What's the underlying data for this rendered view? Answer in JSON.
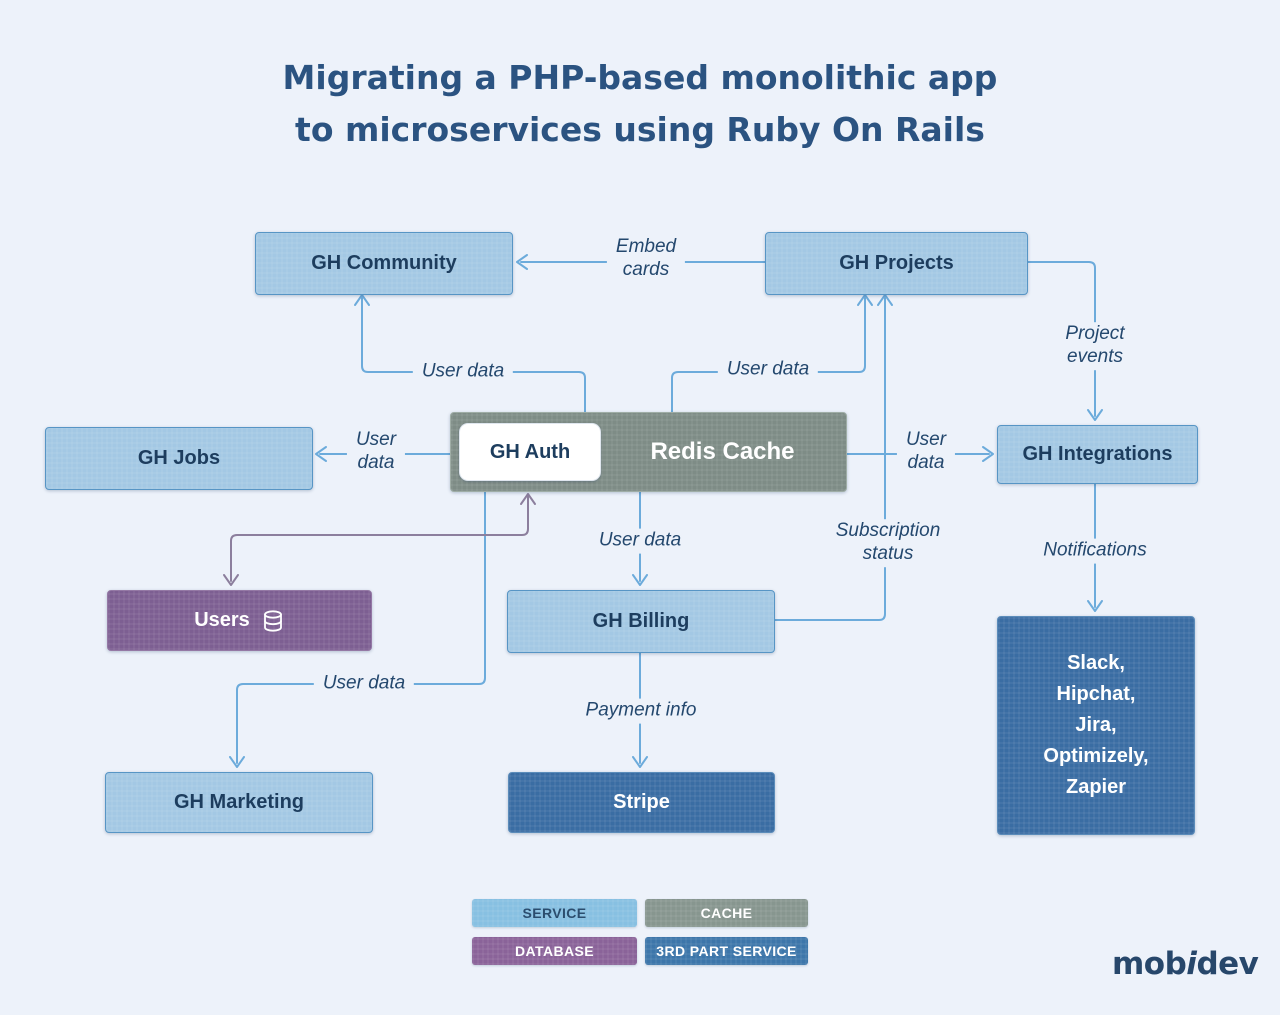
{
  "title": {
    "line1": "Migrating a PHP-based monolithic app",
    "line2": "to microservices using Ruby On Rails"
  },
  "nodes": {
    "community": {
      "label": "GH Community",
      "type": "service"
    },
    "projects": {
      "label": "GH Projects",
      "type": "service"
    },
    "jobs": {
      "label": "GH Jobs",
      "type": "service"
    },
    "auth": {
      "label": "GH Auth",
      "type": "service"
    },
    "redis": {
      "label": "Redis Cache",
      "type": "cache"
    },
    "integrations": {
      "label": "GH Integrations",
      "type": "service"
    },
    "users": {
      "label": "Users",
      "type": "database"
    },
    "billing": {
      "label": "GH Billing",
      "type": "service"
    },
    "third_party": {
      "label": "Slack,\nHipchat,\nJira,\nOptimizely,\nZapier",
      "type": "third-party"
    },
    "marketing": {
      "label": "GH Marketing",
      "type": "service"
    },
    "stripe": {
      "label": "Stripe",
      "type": "third-party"
    }
  },
  "edges": {
    "embed_cards": "Embed\ncards",
    "user_data_community": "User data",
    "user_data_projects": "User data",
    "user_data_jobs": "User\ndata",
    "user_data_integrations": "User\ndata",
    "project_events": "Project\nevents",
    "notifications": "Notifications",
    "subscription_status": "Subscription\nstatus",
    "user_data_billing": "User data",
    "payment_info": "Payment info",
    "user_data_marketing": "User data"
  },
  "legend": [
    {
      "label": "SERVICE",
      "color": "#87c0e2",
      "text_color": "#2b4d6e"
    },
    {
      "label": "CACHE",
      "color": "#87968f",
      "text_color": "#ffffff"
    },
    {
      "label": "DATABASE",
      "color": "#8a6399",
      "text_color": "#ffffff"
    },
    {
      "label": "3RD PART SERVICE",
      "color": "#3d76aa",
      "text_color": "#ffffff"
    }
  ],
  "logo": {
    "part1": "mob",
    "part2": "i",
    "part3": "dev"
  },
  "colors": {
    "background": "#edf2fa",
    "title_text": "#2b5381",
    "service_fill": "#a3c8e4",
    "service_border": "#5795c5",
    "service_text": "#1d3d5e",
    "cache_fill": "#7e8c86",
    "database_fill": "#7d5f92",
    "third_party_fill": "#3a6da3",
    "connector_blue": "#6cabdb",
    "connector_purple": "#8c7f9d",
    "edge_label_text": "#24486e"
  }
}
